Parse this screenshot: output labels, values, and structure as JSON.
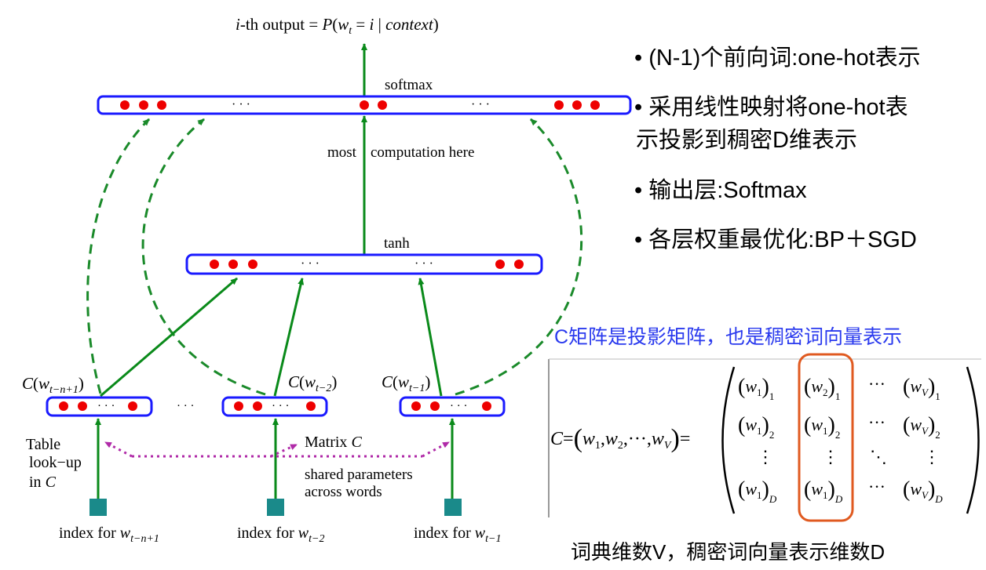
{
  "diagram": {
    "output_prefix": "i",
    "output_text": "-th output = ",
    "output_formula": "P(wt = i | context)",
    "softmax_label": "softmax",
    "most_computation_label": "most",
    "computation_here_label": "computation here",
    "tanh_label": "tanh",
    "ellipsis": "· · ·",
    "c_labels": [
      "C(wt−n+1)",
      "C(wt−2)",
      "C(wt−1)"
    ],
    "table_lookup_label": [
      "Table",
      "look−up",
      "in C"
    ],
    "matrix_c_label": "Matrix C",
    "shared_parameters_label": [
      "shared parameters",
      "across words"
    ],
    "index_labels": [
      "index for wt−n+1",
      "index for wt−2",
      "index for wt−1"
    ]
  },
  "bullets": [
    "• (N-1)个前向词:one-hot表示",
    "• 采用线性映射将one-hot表",
    "示投影到稠密D维表示",
    "• 输出层:Softmax",
    "• 各层权重最优化:BP＋SGD"
  ],
  "c_matrix_note": "C矩阵是投影矩阵，也是稠密词向量表示",
  "matrix": {
    "lhs": "C = (w1, w2, ···, wV) =",
    "cells": [
      [
        "(w1)1",
        "(w2)1",
        "···",
        "(wV)1"
      ],
      [
        "(w1)2",
        "(w1)2",
        "···",
        "(wV)2"
      ],
      [
        "⋮",
        "⋮",
        "⋱",
        "⋮"
      ],
      [
        "(w1)D",
        "(w1)D",
        "···",
        "(wV)D"
      ]
    ]
  },
  "bottom_note": "词典维数V，稠密词向量表示维数D",
  "colors": {
    "layer_border": "#1a1aff",
    "neuron": "#ee0000",
    "arrow": "#0a8a1a",
    "dashed": "#1a8a2a",
    "shared": "#b02aa8",
    "index_box": "#1a8a8a",
    "note_blue": "#2a3aee",
    "highlight": "#e05a20"
  }
}
